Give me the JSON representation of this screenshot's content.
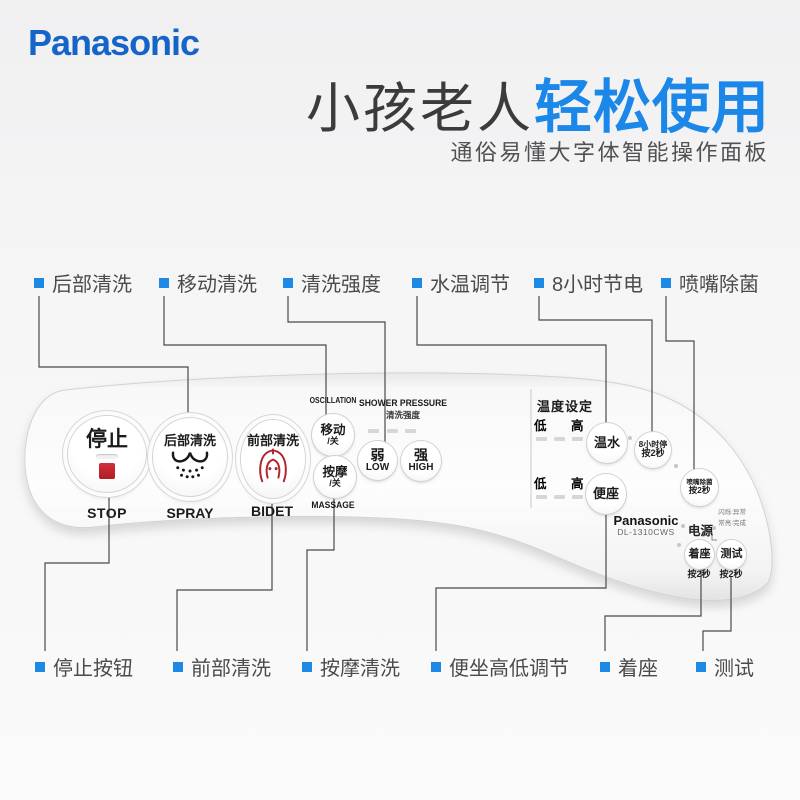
{
  "brand_logo": "Panasonic",
  "headline": {
    "normal": "小孩老人",
    "highlight": "轻松使用",
    "subtitle": "通俗易懂大字体智能操作面板"
  },
  "callouts_top": [
    {
      "label": "后部清洗"
    },
    {
      "label": "移动清洗"
    },
    {
      "label": "清洗强度"
    },
    {
      "label": "水温调节"
    },
    {
      "label": "8小时节电"
    },
    {
      "label": "喷嘴除菌"
    }
  ],
  "callouts_bottom": [
    {
      "label": "停止按钮"
    },
    {
      "label": "前部清洗"
    },
    {
      "label": "按摩清洗"
    },
    {
      "label": "便坐高低调节"
    },
    {
      "label": "着座"
    },
    {
      "label": "测试"
    }
  ],
  "panel": {
    "stop_button": {
      "label": "停止",
      "caption": "STOP"
    },
    "spray_button": {
      "label": "后部清洗",
      "caption": "SPRAY"
    },
    "bidet_button": {
      "label": "前部清洗",
      "caption": "BIDET"
    },
    "oscillation": {
      "heading": "OSCILLATION",
      "label": "移动",
      "toggle": "/关"
    },
    "massage": {
      "heading": "MASSAGE",
      "label": "按摩",
      "toggle": "/关"
    },
    "pressure": {
      "heading": "SHOWER PRESSURE",
      "subheading": "清洗强度",
      "low_label": "弱",
      "low_caption": "LOW",
      "high_label": "强",
      "high_caption": "HIGH"
    },
    "temperature": {
      "heading": "温度设定",
      "low": "低",
      "high": "高",
      "water_button": "温水",
      "seat_button": "便座"
    },
    "eco_button": {
      "label": "8小时停",
      "sub": "按2秒"
    },
    "nozzle_button": {
      "label": "喷嘴除菌",
      "sub": "按2秒"
    },
    "brand": "Panasonic",
    "model": "DL-1310CWS",
    "power": {
      "label": "电源",
      "note_blink": "闪烁:异常",
      "note_steady": "常亮:完成"
    },
    "seated_button": {
      "label": "着座",
      "sub": "按2秒"
    },
    "test_button": {
      "label": "测试",
      "sub": "按2秒"
    }
  },
  "colors": {
    "accent_blue": "#1e88e5",
    "logo_blue": "#1565c8",
    "stop_red": "#c3232e"
  }
}
